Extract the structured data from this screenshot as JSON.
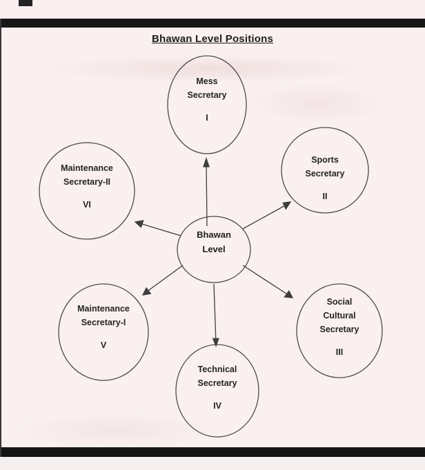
{
  "page": {
    "title": "Bhawan Level Positions"
  },
  "diagram": {
    "center": {
      "lines": [
        "Bhawan",
        "Level"
      ]
    },
    "nodes": [
      {
        "id": "mess-secretary",
        "lines": [
          "Mess",
          "Secretary"
        ],
        "numeral": "I"
      },
      {
        "id": "sports-secretary",
        "lines": [
          "Sports",
          "Secretary"
        ],
        "numeral": "II"
      },
      {
        "id": "social-cultural-secretary",
        "lines": [
          "Social",
          "Cultural",
          "Secretary"
        ],
        "numeral": "III"
      },
      {
        "id": "technical-secretary",
        "lines": [
          "Technical",
          "Secretary"
        ],
        "numeral": "IV"
      },
      {
        "id": "maintenance-secretary-1",
        "lines": [
          "Maintenance",
          "Secretary-I"
        ],
        "numeral": "V"
      },
      {
        "id": "maintenance-secretary-2",
        "lines": [
          "Maintenance",
          "Secretary-II"
        ],
        "numeral": "VI"
      }
    ],
    "colors": {
      "paper": "#f9f0ef",
      "ink": "#242424",
      "ellipse_stroke": "#4a4a4a",
      "arrow": "#3d3d3d",
      "scan_bar": "#181818"
    }
  }
}
